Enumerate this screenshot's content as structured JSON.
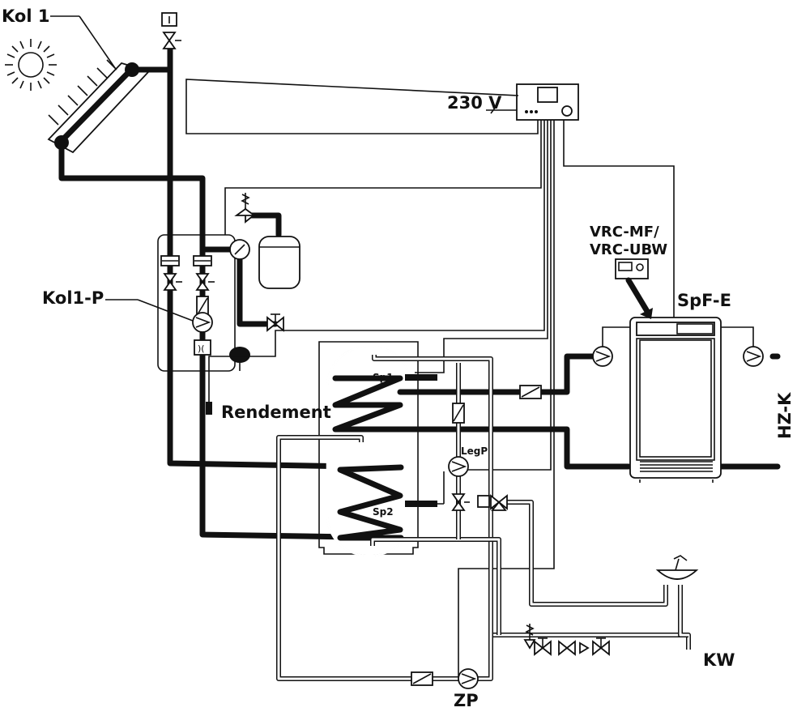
{
  "labels": {
    "kol1": "Kol 1",
    "voltage": "230 V",
    "kol1p": "Kol1-P",
    "vrc": "VRC-MF/",
    "vrc2": "VRC-UBW",
    "spfe": "SpF-E",
    "sp1": "Sp1",
    "sp2": "Sp2",
    "legp": "LegP",
    "rendement": "Rendement",
    "hzk": "HZ-K",
    "kw": "KW",
    "zp": "ZP"
  }
}
